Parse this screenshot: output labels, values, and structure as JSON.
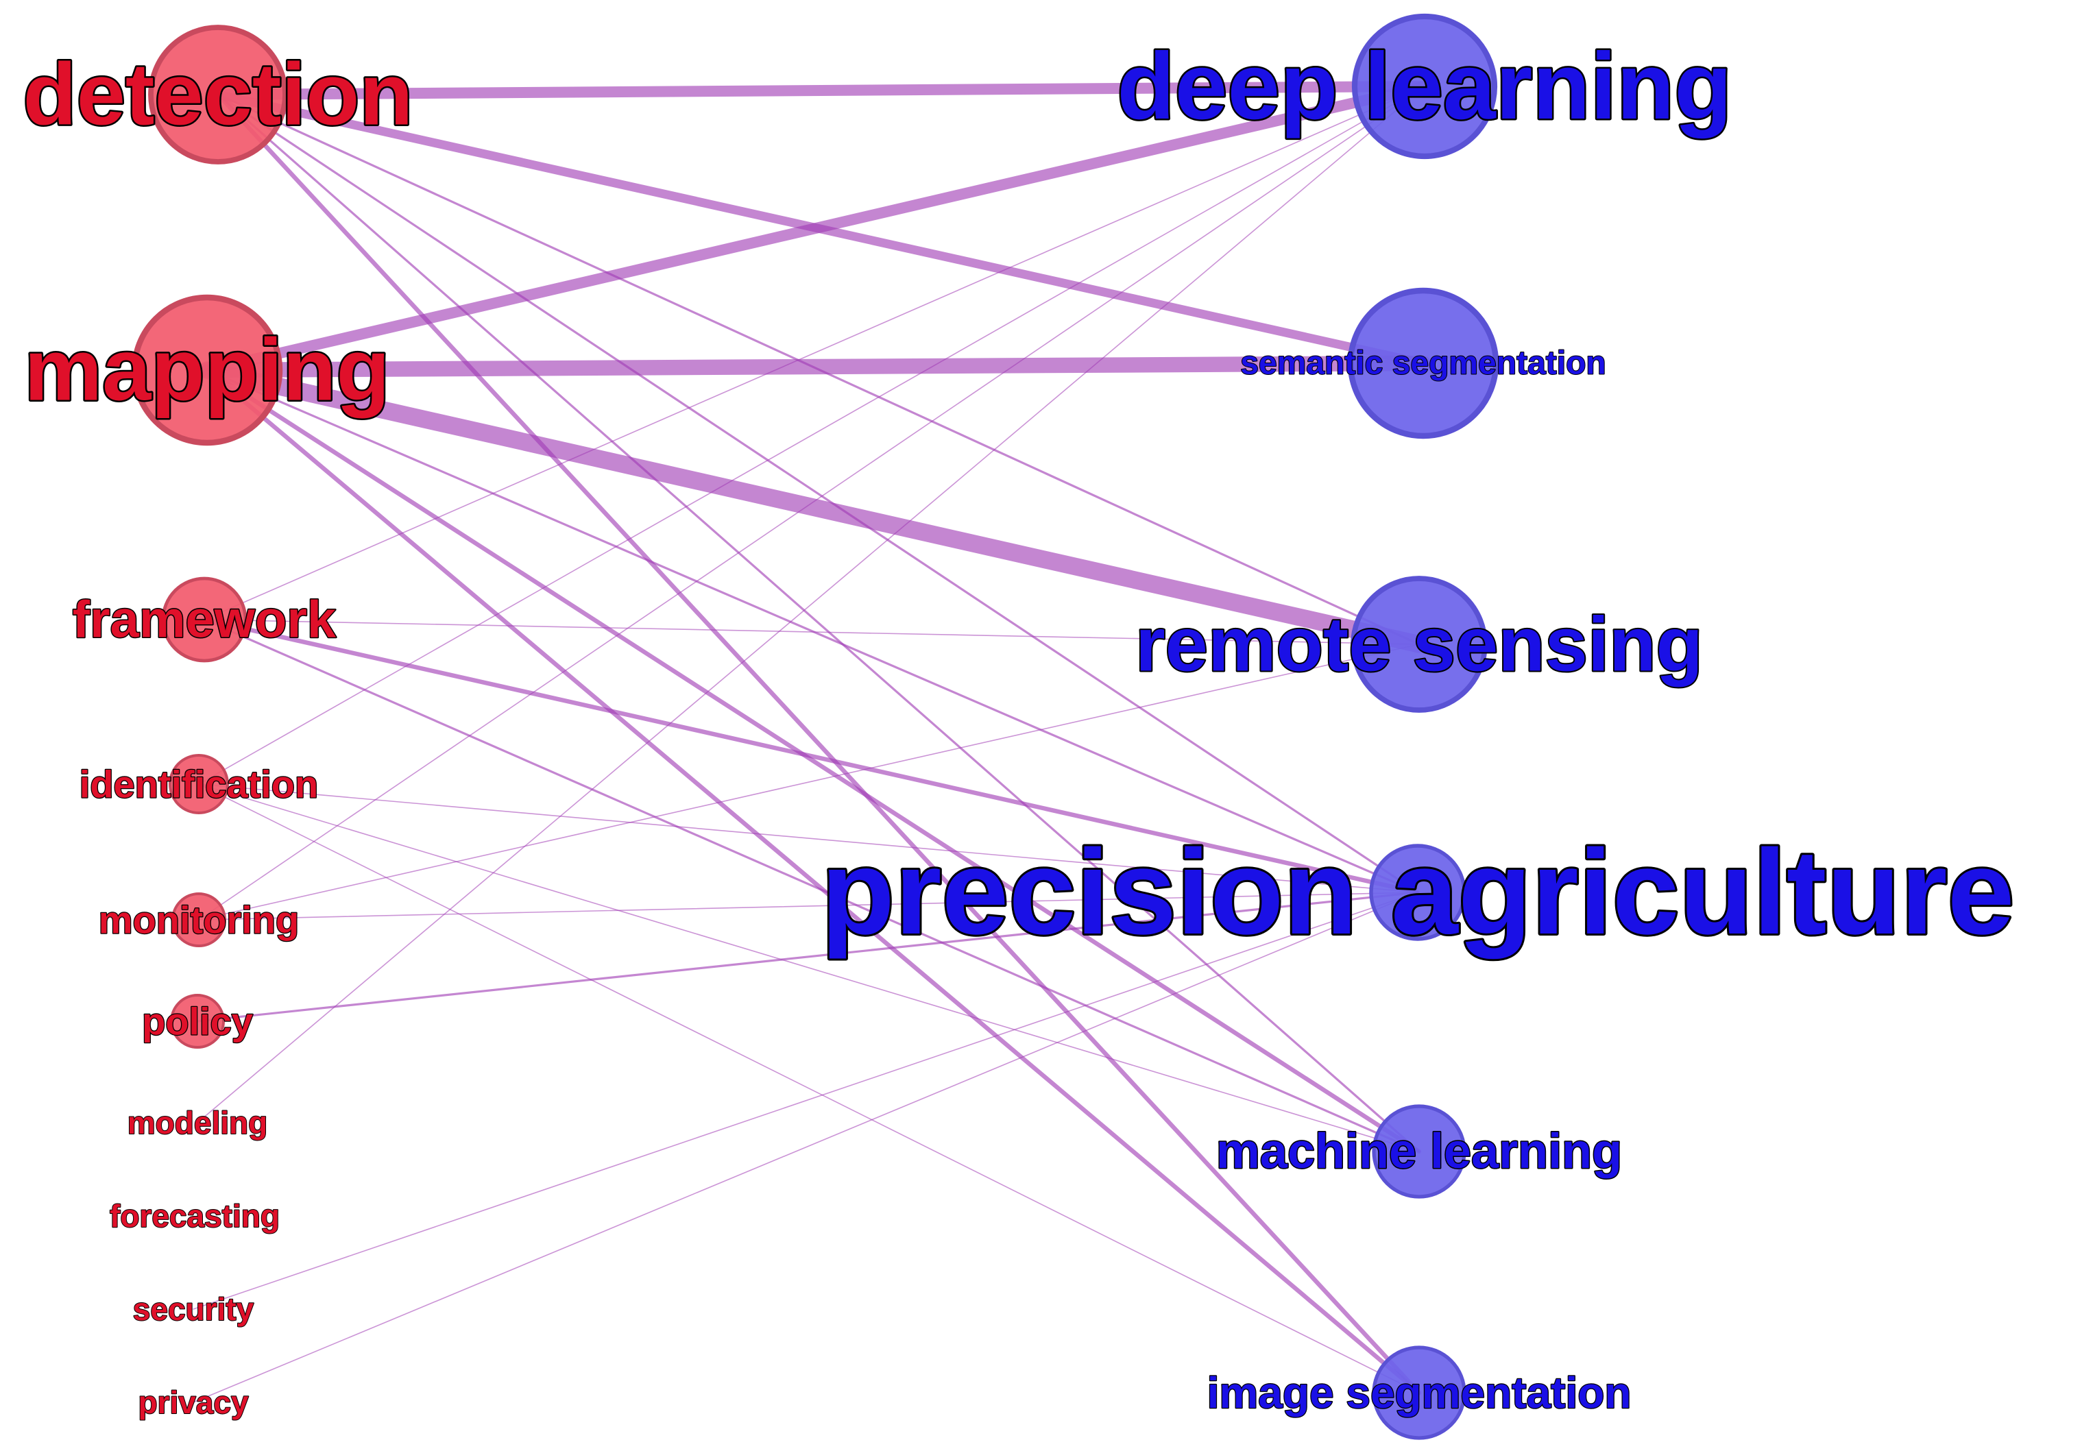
{
  "colors": {
    "left_node": "#f25a6c",
    "left_node_stroke": "#c94a5e",
    "left_label": "#e0102a",
    "right_node": "#6b63ea",
    "right_node_stroke": "#5a52d4",
    "right_label": "#1a10e6",
    "edge": "#a03cb4"
  },
  "left_nodes": [
    {
      "id": "detection",
      "label": "detection"
    },
    {
      "id": "mapping",
      "label": "mapping"
    },
    {
      "id": "framework",
      "label": "framework"
    },
    {
      "id": "identification",
      "label": "identification"
    },
    {
      "id": "monitoring",
      "label": "monitoring"
    },
    {
      "id": "policy",
      "label": "policy"
    },
    {
      "id": "modeling",
      "label": "modeling"
    },
    {
      "id": "forecasting",
      "label": "forecasting"
    },
    {
      "id": "security",
      "label": "security"
    },
    {
      "id": "privacy",
      "label": "privacy"
    }
  ],
  "right_nodes": [
    {
      "id": "deep_learning",
      "label": "deep learning"
    },
    {
      "id": "semantic_segmentation",
      "label": "semantic segmentation"
    },
    {
      "id": "remote_sensing",
      "label": "remote sensing"
    },
    {
      "id": "precision_agriculture",
      "label": "precision agriculture"
    },
    {
      "id": "machine_learning",
      "label": "machine learning"
    },
    {
      "id": "image_segmentation",
      "label": "image segmentation"
    }
  ],
  "edges": [
    {
      "source": "detection",
      "target": "deep_learning",
      "weight": 5
    },
    {
      "source": "detection",
      "target": "semantic_segmentation",
      "weight": 4
    },
    {
      "source": "detection",
      "target": "remote_sensing",
      "weight": 1
    },
    {
      "source": "detection",
      "target": "precision_agriculture",
      "weight": 1
    },
    {
      "source": "detection",
      "target": "machine_learning",
      "weight": 1
    },
    {
      "source": "detection",
      "target": "image_segmentation",
      "weight": 2
    },
    {
      "source": "mapping",
      "target": "deep_learning",
      "weight": 5
    },
    {
      "source": "mapping",
      "target": "semantic_segmentation",
      "weight": 7
    },
    {
      "source": "mapping",
      "target": "remote_sensing",
      "weight": 8
    },
    {
      "source": "mapping",
      "target": "precision_agriculture",
      "weight": 1
    },
    {
      "source": "mapping",
      "target": "machine_learning",
      "weight": 2
    },
    {
      "source": "mapping",
      "target": "image_segmentation",
      "weight": 2
    },
    {
      "source": "framework",
      "target": "deep_learning",
      "weight": 0.5
    },
    {
      "source": "framework",
      "target": "remote_sensing",
      "weight": 0.5
    },
    {
      "source": "framework",
      "target": "precision_agriculture",
      "weight": 2
    },
    {
      "source": "framework",
      "target": "machine_learning",
      "weight": 1
    },
    {
      "source": "identification",
      "target": "deep_learning",
      "weight": 0.5
    },
    {
      "source": "identification",
      "target": "precision_agriculture",
      "weight": 0.5
    },
    {
      "source": "identification",
      "target": "machine_learning",
      "weight": 0.5
    },
    {
      "source": "identification",
      "target": "image_segmentation",
      "weight": 0.5
    },
    {
      "source": "monitoring",
      "target": "deep_learning",
      "weight": 0.5
    },
    {
      "source": "monitoring",
      "target": "remote_sensing",
      "weight": 0.5
    },
    {
      "source": "monitoring",
      "target": "precision_agriculture",
      "weight": 0.5
    },
    {
      "source": "policy",
      "target": "precision_agriculture",
      "weight": 1
    },
    {
      "source": "modeling",
      "target": "deep_learning",
      "weight": 0.5
    },
    {
      "source": "security",
      "target": "precision_agriculture",
      "weight": 0.5
    },
    {
      "source": "privacy",
      "target": "precision_agriculture",
      "weight": 0.5
    }
  ]
}
